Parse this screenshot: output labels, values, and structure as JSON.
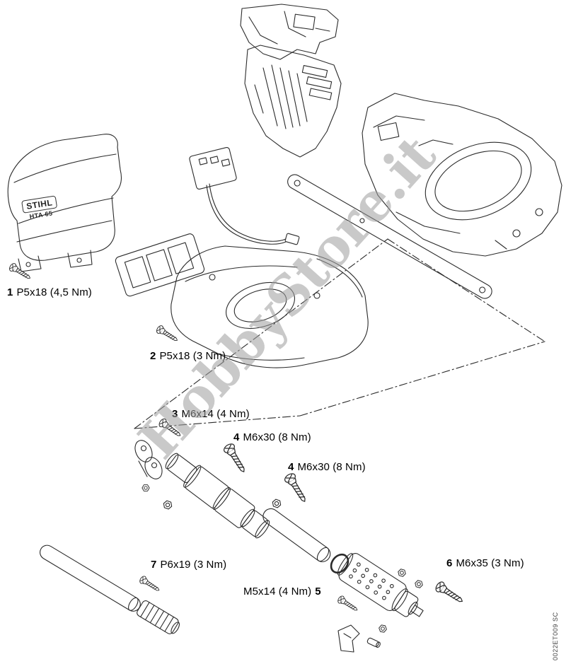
{
  "diagram": {
    "watermark": "HobbyStore.it",
    "doc_code": "0022ET009 SC",
    "branding": {
      "brand": "STIHL",
      "model": "HTA 65"
    },
    "labels": {
      "l1": {
        "num": "1",
        "spec": "P5x18 (4,5 Nm)"
      },
      "l2": {
        "num": "2",
        "spec": "P5x18 (3 Nm)"
      },
      "l3": {
        "num": "3",
        "spec": "M6x14 (4 Nm)"
      },
      "l4a": {
        "num": "4",
        "spec": "M6x30 (8 Nm)"
      },
      "l4b": {
        "num": "4",
        "spec": "M6x30 (8 Nm)"
      },
      "l5": {
        "num": "5",
        "spec": "M5x14 (4 Nm)"
      },
      "l6": {
        "num": "6",
        "spec": "M6x35 (3 Nm)"
      },
      "l7": {
        "num": "7",
        "spec": "P6x19 (3 Nm)"
      }
    },
    "colors": {
      "line": "#2b2b2b",
      "watermark": "#9e9e9e"
    }
  }
}
